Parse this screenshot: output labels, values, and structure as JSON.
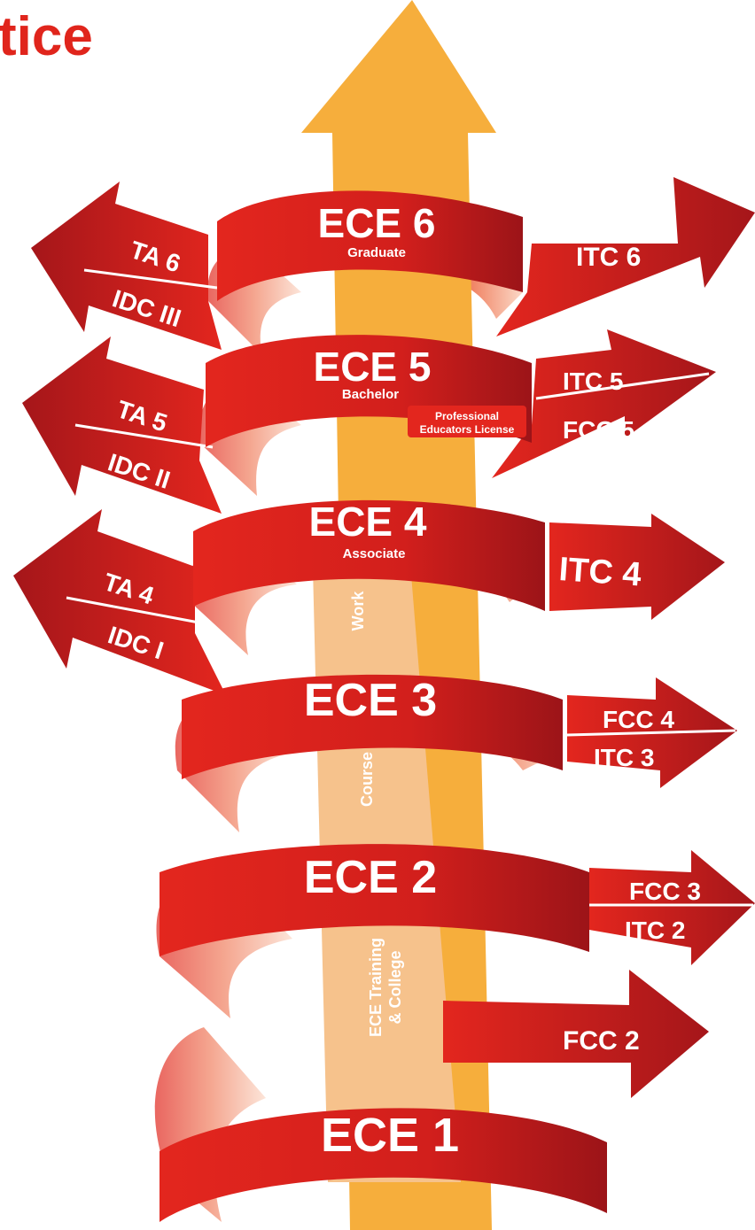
{
  "title": "tice",
  "colors": {
    "red": "#e0251c",
    "dark_red": "#a5161a",
    "orange": "#f6ae3c",
    "peach": "#f6c28c",
    "white": "#ffffff"
  },
  "levels": {
    "ece6": {
      "label": "ECE 6",
      "sub": "Graduate"
    },
    "ece5": {
      "label": "ECE 5",
      "sub": "Bachelor",
      "note_line1": "Professional",
      "note_line2": "Educators License"
    },
    "ece4": {
      "label": "ECE 4",
      "sub": "Associate"
    },
    "ece3": {
      "label": "ECE 3"
    },
    "ece2": {
      "label": "ECE 2"
    },
    "ece1": {
      "label": "ECE 1"
    }
  },
  "shaft": {
    "work": "Work",
    "course": "Course",
    "training_line1": "ECE Training",
    "training_line2": "& College"
  },
  "arrows": {
    "ta6": "TA 6",
    "idc3": "IDC III",
    "ta5": "TA 5",
    "idc2": "IDC II",
    "ta4": "TA 4",
    "idc1": "IDC I",
    "itc6": "ITC 6",
    "itc5": "ITC 5",
    "fcc5": "FCC 5",
    "itc4": "ITC 4",
    "fcc4": "FCC 4",
    "itc3": "ITC 3",
    "fcc3": "FCC 3",
    "itc2": "ITC 2",
    "fcc2": "FCC 2"
  }
}
